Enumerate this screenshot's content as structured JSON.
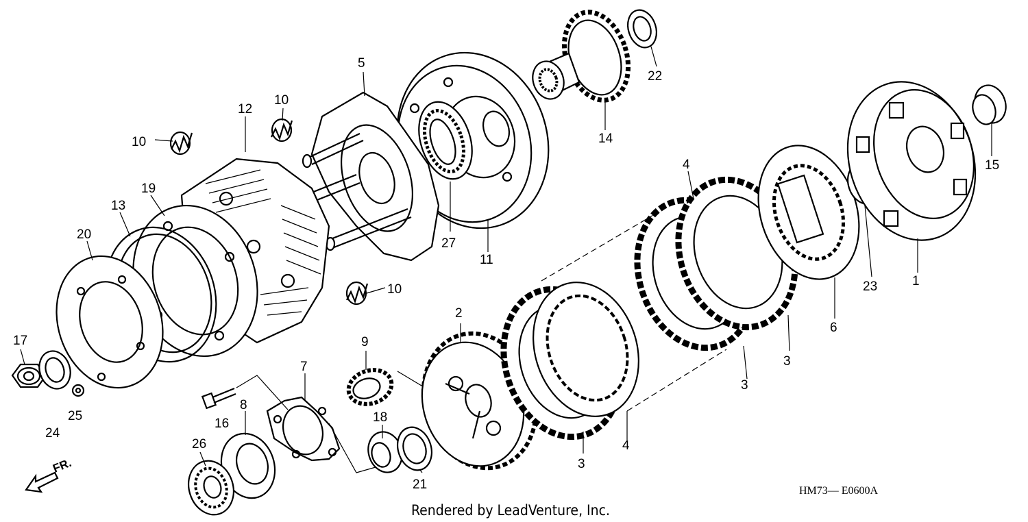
{
  "diagram": {
    "part_code": "HM73— E0600A",
    "credit": "Rendered by LeadVenture, Inc.",
    "direction_label": "FR.",
    "callouts": [
      {
        "id": "c1",
        "text": "1"
      },
      {
        "id": "c2",
        "text": "2"
      },
      {
        "id": "c3a",
        "text": "3"
      },
      {
        "id": "c3b",
        "text": "3"
      },
      {
        "id": "c3c",
        "text": "3"
      },
      {
        "id": "c4a",
        "text": "4"
      },
      {
        "id": "c4b",
        "text": "4"
      },
      {
        "id": "c5",
        "text": "5"
      },
      {
        "id": "c6",
        "text": "6"
      },
      {
        "id": "c7",
        "text": "7"
      },
      {
        "id": "c8",
        "text": "8"
      },
      {
        "id": "c9",
        "text": "9"
      },
      {
        "id": "c10a",
        "text": "10"
      },
      {
        "id": "c10b",
        "text": "10"
      },
      {
        "id": "c10c",
        "text": "10"
      },
      {
        "id": "c11",
        "text": "11"
      },
      {
        "id": "c12",
        "text": "12"
      },
      {
        "id": "c13",
        "text": "13"
      },
      {
        "id": "c14",
        "text": "14"
      },
      {
        "id": "c15",
        "text": "15"
      },
      {
        "id": "c16",
        "text": "16"
      },
      {
        "id": "c17",
        "text": "17"
      },
      {
        "id": "c18",
        "text": "18"
      },
      {
        "id": "c19",
        "text": "19"
      },
      {
        "id": "c20",
        "text": "20"
      },
      {
        "id": "c21",
        "text": "21"
      },
      {
        "id": "c22",
        "text": "22"
      },
      {
        "id": "c23",
        "text": "23"
      },
      {
        "id": "c24",
        "text": "24"
      },
      {
        "id": "c25",
        "text": "25"
      },
      {
        "id": "c26",
        "text": "26"
      },
      {
        "id": "c27",
        "text": "27"
      }
    ]
  }
}
